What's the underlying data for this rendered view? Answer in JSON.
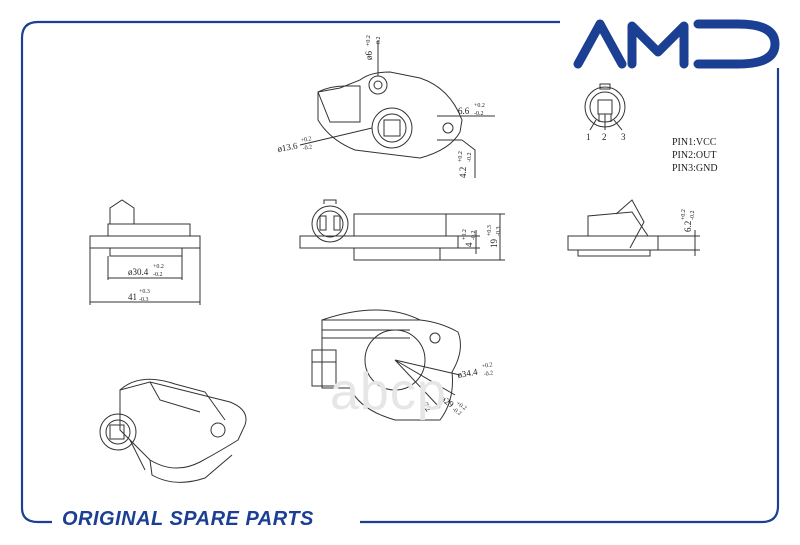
{
  "brand": {
    "logo_text": "AMD",
    "color": "#1b3f93"
  },
  "footer": {
    "tagline": "ORIGINAL SPARE PARTS"
  },
  "watermark": "abcp",
  "pins": {
    "labels": [
      "1",
      "2",
      "3"
    ],
    "legend": [
      "PIN1:VCC",
      "PIN2:OUT",
      "PIN3:GND"
    ]
  },
  "dimensions": {
    "hole_dia": "ø6",
    "hole_tol_up": "+0.2",
    "hole_tol_dn": "-0.2",
    "bore_dia": "ø13.6",
    "bore_tol_up": "+0.2",
    "bore_tol_dn": "-0.2",
    "tab_width": "6.6",
    "tab_tol_up": "+0.2",
    "tab_tol_dn": "-0.2",
    "offset": "4.2",
    "offset_tol_up": "+0.2",
    "offset_tol_dn": "-0.2",
    "base_width": "ø30.4",
    "base_tol_up": "+0.2",
    "base_tol_dn": "-0.2",
    "overall_width": "41",
    "overall_tol_up": "+0.3",
    "overall_tol_dn": "-0.3",
    "flange_thk": "4",
    "flange_tol_up": "+0.2",
    "flange_tol_dn": "-0.2",
    "height": "19",
    "height_tol_up": "+0.3",
    "height_tol_dn": "-0.3",
    "side_thk": "6.2",
    "side_tol_up": "+0.2",
    "side_tol_dn": "-0.2",
    "radius": "ø34.4",
    "radius_tol_up": "+0.2",
    "radius_tol_dn": "-0.2",
    "arc_r": "ø29",
    "arc_r_tol_up": "+0.2",
    "arc_r_tol_dn": "-0.2",
    "angle": "22"
  }
}
